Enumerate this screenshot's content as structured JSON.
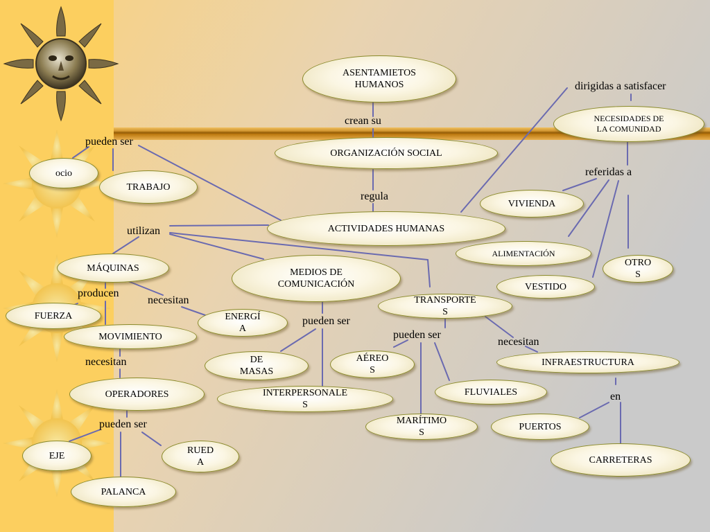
{
  "nodes": {
    "asentamientos": "ASENTAMIETOS\nHUMANOS",
    "organizacion": "ORGANIZACIÓN SOCIAL",
    "actividades": "ACTIVIDADES HUMANAS",
    "necesidades": "NECESIDADES DE\nLA COMUNIDAD",
    "ocio": "ocio",
    "trabajo": "TRABAJO",
    "maquinas": "MÁQUINAS",
    "fuerza": "FUERZA",
    "movimiento": "MOVIMIENTO",
    "energia": "ENERGÍ\nA",
    "operadores": "OPERADORES",
    "eje": "EJE",
    "rueda": "RUED\nA",
    "palanca": "PALANCA",
    "medios": "MEDIOS DE\nCOMUNICACIÓN",
    "masas": "DE\nMASAS",
    "interpersonales": "INTERPERSONALE\nS",
    "transportes": "TRANSPORTE\nS",
    "aereos": "AÉREO\nS",
    "fluviales": "FLUVIALES",
    "maritimos": "MARÍTIMO\nS",
    "infraestructura": "INFRAESTRUCTURA",
    "puertos": "PUERTOS",
    "carreteras": "CARRETERAS",
    "vivienda": "VIVIENDA",
    "alimentacion": "ALIMENTACIÓN",
    "vestido": "VESTIDO",
    "otros": "OTRO\nS"
  },
  "labels": {
    "crean_su": "crean su",
    "regula": "regula",
    "dirigidas": "dirigidas a satisfacer",
    "referidas": "referidas a",
    "pueden_ser_top": "pueden ser",
    "utilizan": "utilizan",
    "producen": "producen",
    "necesitan_energia": "necesitan",
    "necesitan_operadores": "necesitan",
    "pueden_ser_operadores": "pueden ser",
    "pueden_ser_medios": "pueden ser",
    "pueden_ser_transportes": "pueden ser",
    "necesitan_infra": "necesitan",
    "en": "en"
  },
  "colors": {
    "sidebar": "#fccf5f",
    "gradient_start": "#fbd27a",
    "gradient_end": "#cacaca",
    "band": "#c8860a",
    "line": "#6a6ab0",
    "node_border": "#8a8a2a"
  },
  "decorations": {
    "sidebar_icons": [
      "sun-face-icon",
      "sun-icon",
      "sun-icon",
      "sun-icon",
      "sun-icon"
    ]
  }
}
